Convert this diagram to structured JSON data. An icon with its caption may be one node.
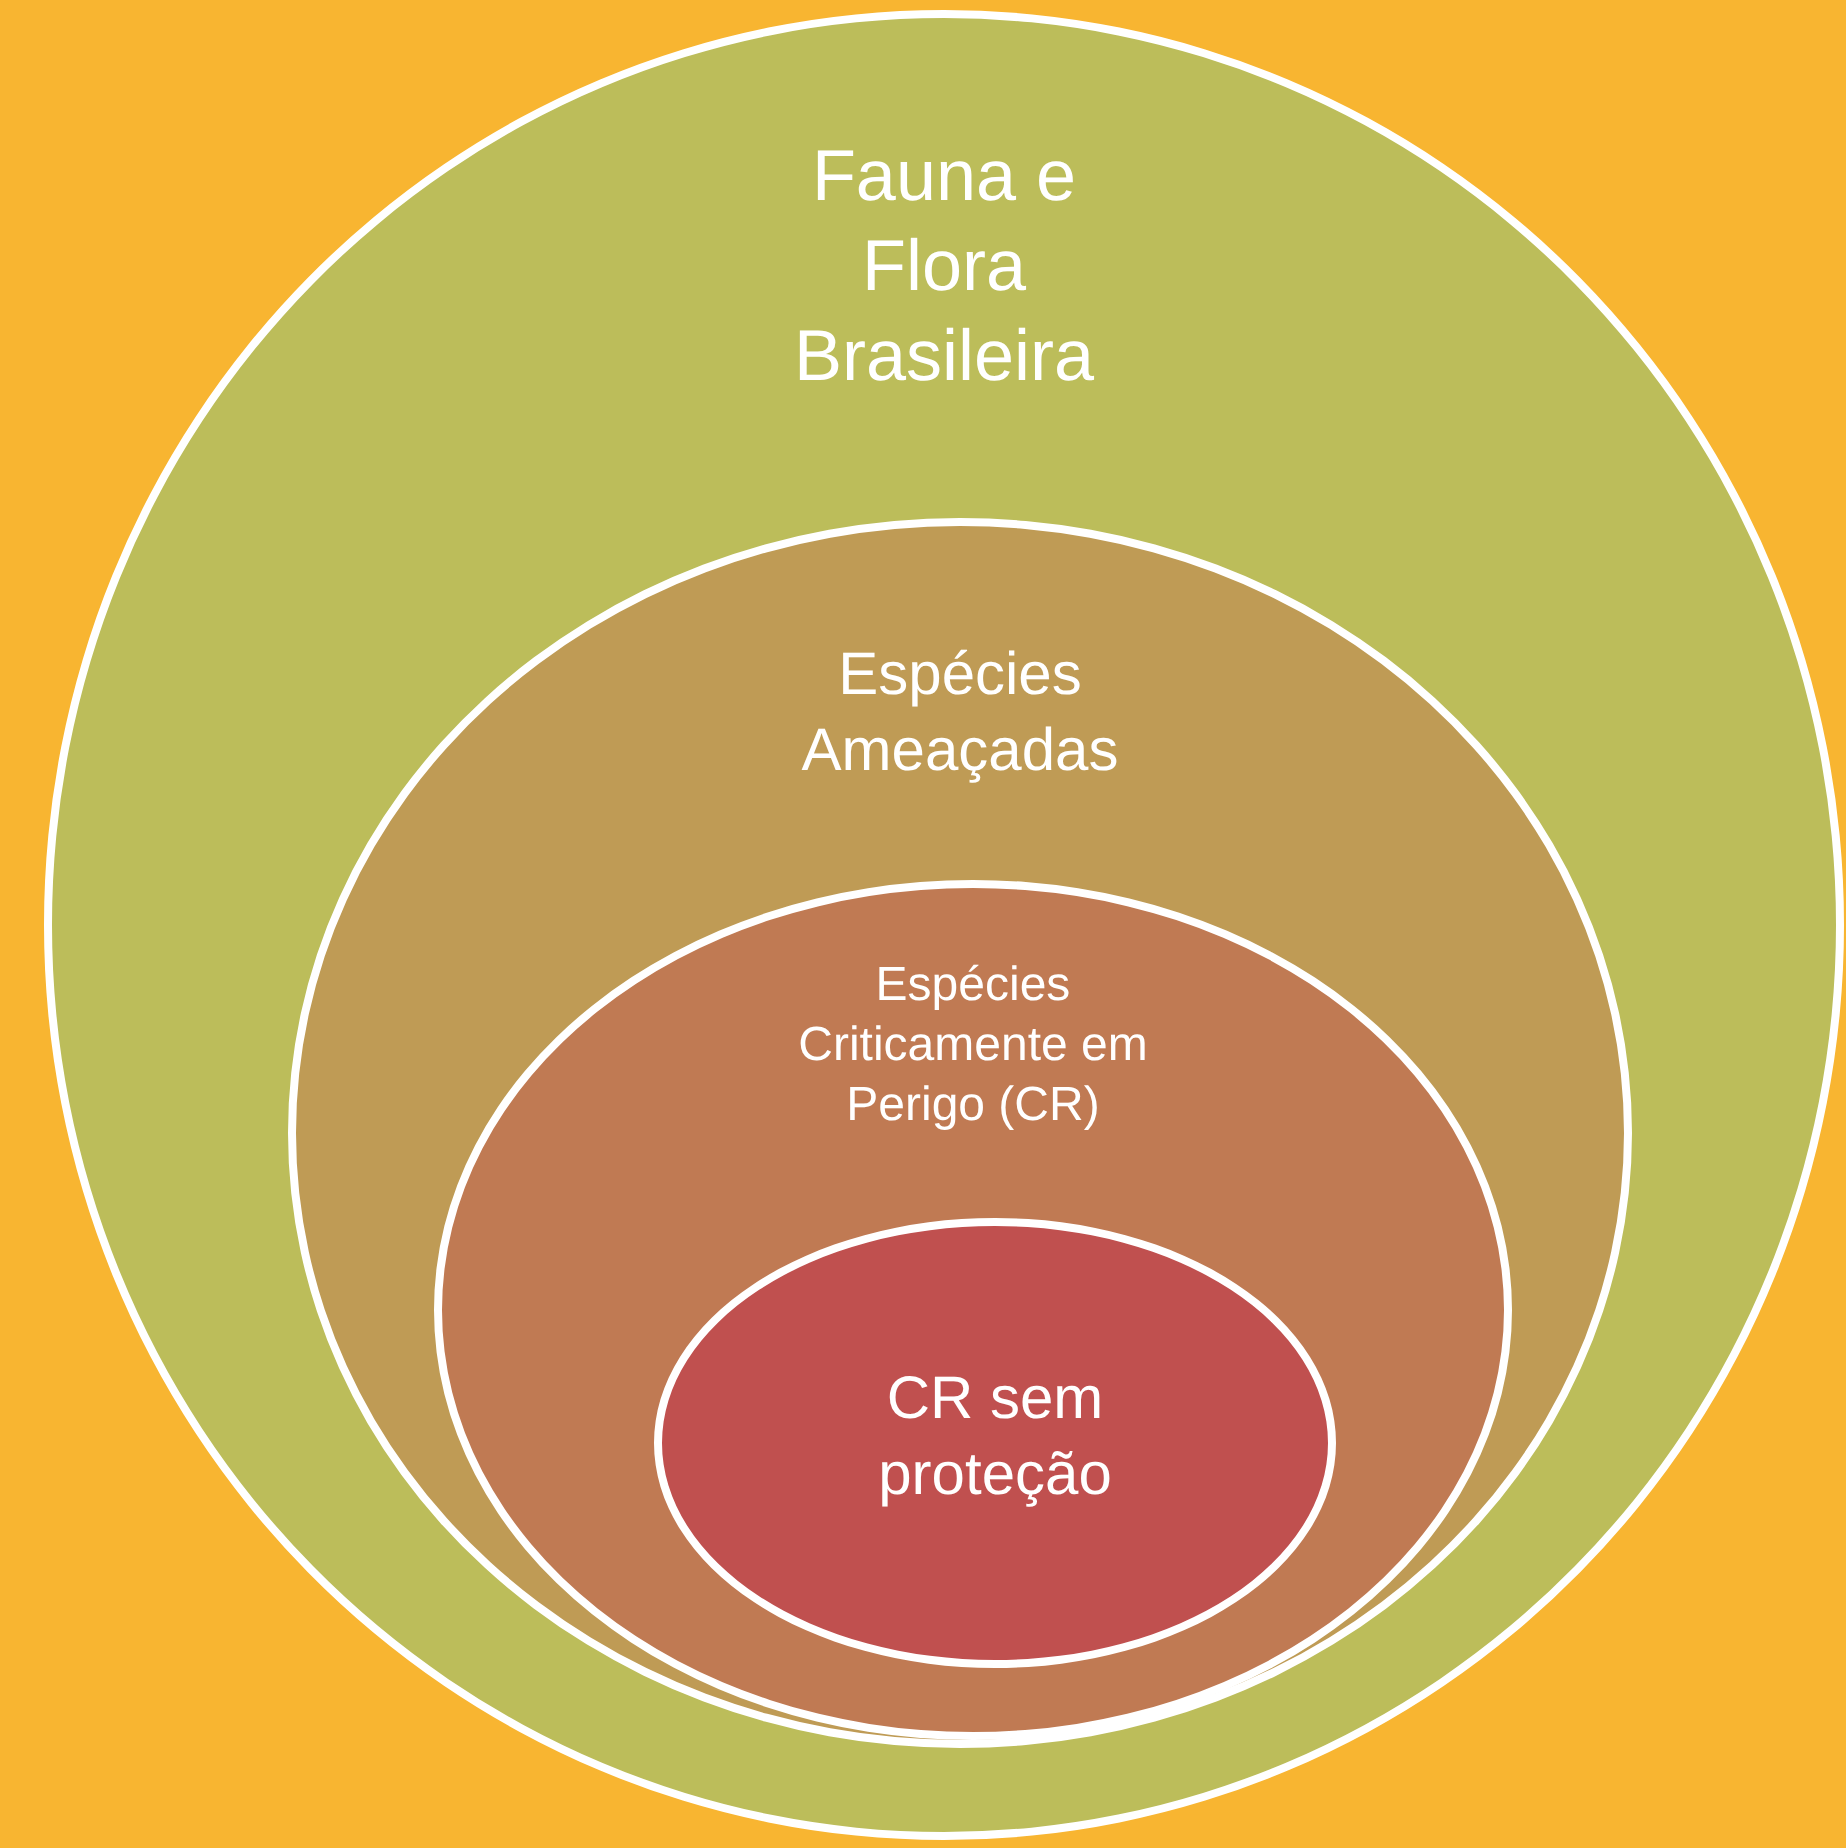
{
  "diagram": {
    "nodes": [
      {
        "text": [
          "Fauna e Flora Brasileira"
        ]
      },
      {
        "text": [
          "Espécies Ameaçadas"
        ],
        "in": 0
      },
      {
        "text": [
          "Espécies Criticamente em Perigo (CR)"
        ],
        "in": 1
      },
      {
        "text": [
          "CR sem proteção"
        ],
        "in": 2
      }
    ],
    "edges": []
  }
}
